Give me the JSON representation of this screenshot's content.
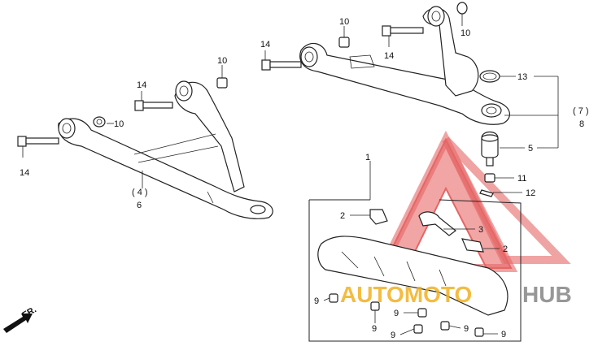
{
  "watermark": {
    "part1": "AUTOMOTO",
    "part2": "HUB",
    "color_red": "#e03a2f",
    "color_yellow": "#f2b120",
    "color_gray": "#8c8c8c"
  },
  "direction_label": "FR.",
  "callouts": {
    "c14a": "14",
    "c14b": "14",
    "c14c": "14",
    "c14d": "14",
    "c10a": "10",
    "c10b": "10",
    "c10c": "10",
    "c10d": "10",
    "c13": "13",
    "c7": "( 7 )",
    "c8": "8",
    "c5": "5",
    "c4": "( 4 )",
    "c6": "6",
    "c1": "1",
    "c2a": "2",
    "c2b": "2",
    "c3": "3",
    "c11": "11",
    "c12": "12",
    "c9a": "9",
    "c9b": "9",
    "c9c": "9",
    "c9d": "9",
    "c9e": "9",
    "c9f": "9"
  }
}
